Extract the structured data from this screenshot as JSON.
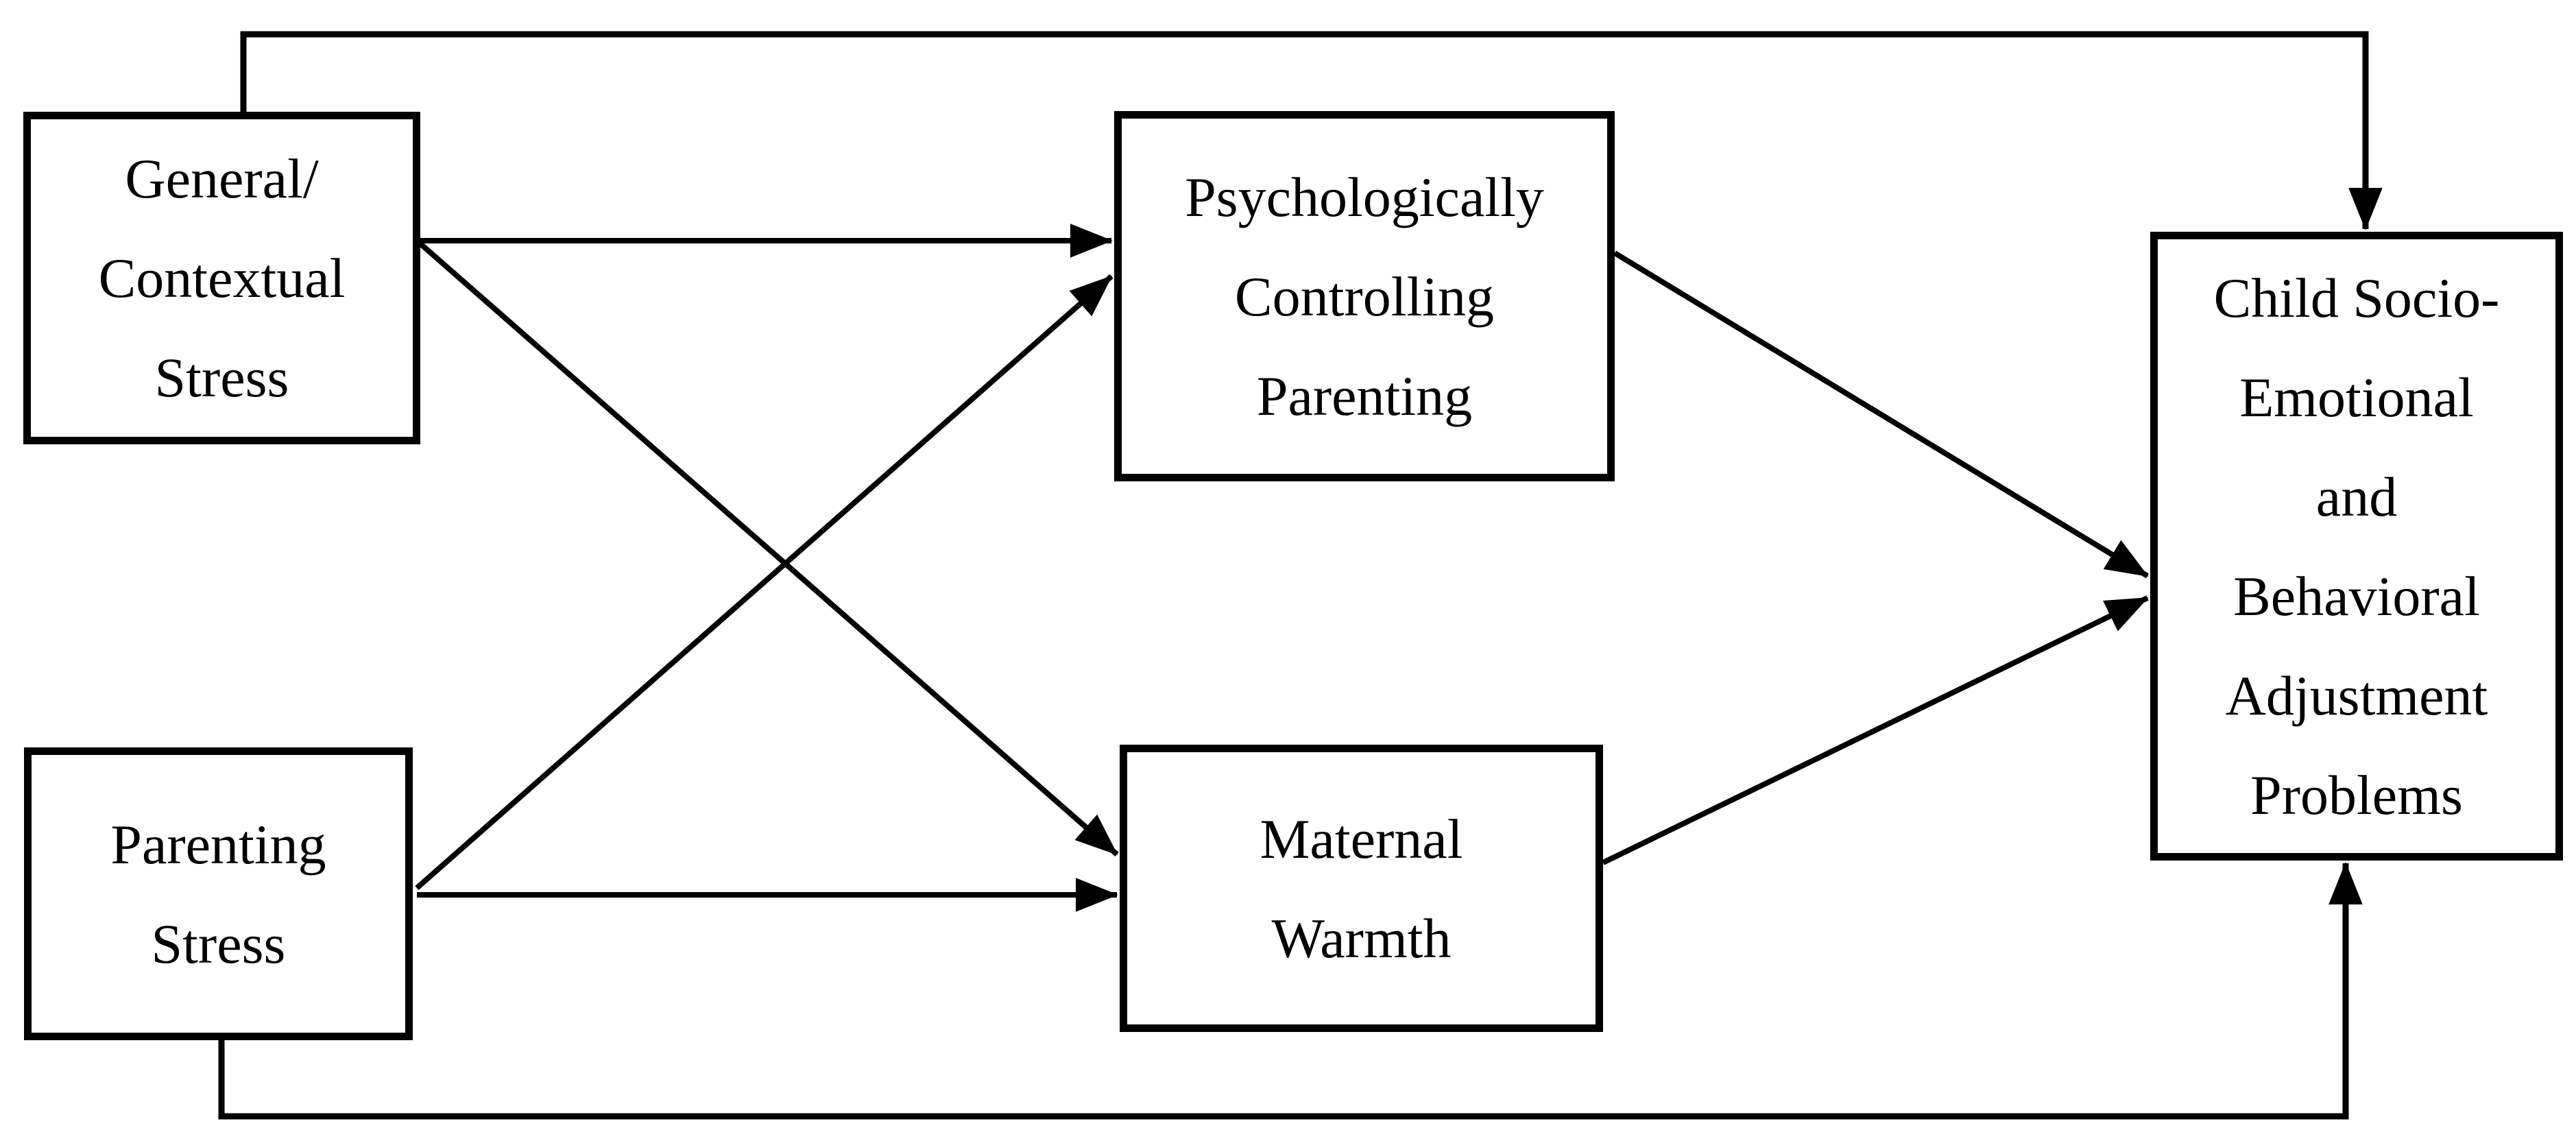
{
  "diagram": {
    "background_color": "#ffffff",
    "line_color": "#000000",
    "text_color": "#000000",
    "nodes": {
      "general": {
        "label": "General/ Contextual Stress",
        "lines": [
          "General/",
          "Contextual",
          "Stress"
        ]
      },
      "parenting": {
        "label": "Parenting Stress",
        "lines": [
          "Parenting",
          "Stress"
        ]
      },
      "psych": {
        "label": "Psychologically Controlling Parenting",
        "lines": [
          "Psychologically",
          "Controlling",
          "Parenting"
        ]
      },
      "maternal": {
        "label": "Maternal Warmth",
        "lines": [
          "Maternal",
          "Warmth"
        ]
      },
      "child": {
        "label": "Child Socio-Emotional and Behavioral Adjustment Problems",
        "lines": [
          "Child Socio-",
          "Emotional",
          "and",
          "Behavioral",
          "Adjustment",
          "Problems"
        ]
      }
    },
    "edges": [
      {
        "from": "General/ Contextual Stress",
        "to": "Child Socio-Emotional and Behavioral Adjustment Problems",
        "route": "elbow-over-top",
        "arrowhead": "into-top-edge"
      },
      {
        "from": "General/ Contextual Stress",
        "to": "Psychologically Controlling Parenting",
        "route": "straight-horizontal",
        "arrowhead": "into-left-edge"
      },
      {
        "from": "General/ Contextual Stress",
        "to": "Maternal Warmth",
        "route": "straight-diagonal",
        "arrowhead": "into-left-edge"
      },
      {
        "from": "Parenting Stress",
        "to": "Psychologically Controlling Parenting",
        "route": "straight-diagonal",
        "arrowhead": "into-left-edge"
      },
      {
        "from": "Parenting Stress",
        "to": "Maternal Warmth",
        "route": "straight-horizontal",
        "arrowhead": "into-left-edge"
      },
      {
        "from": "Psychologically Controlling Parenting",
        "to": "Child Socio-Emotional and Behavioral Adjustment Problems",
        "route": "straight-diagonal",
        "arrowhead": "into-left-edge"
      },
      {
        "from": "Maternal Warmth",
        "to": "Child Socio-Emotional and Behavioral Adjustment Problems",
        "route": "straight-diagonal",
        "arrowhead": "into-left-edge"
      },
      {
        "from": "Parenting Stress",
        "to": "Child Socio-Emotional and Behavioral Adjustment Problems",
        "route": "elbow-under-bottom",
        "arrowhead": "into-bottom-edge"
      }
    ]
  }
}
